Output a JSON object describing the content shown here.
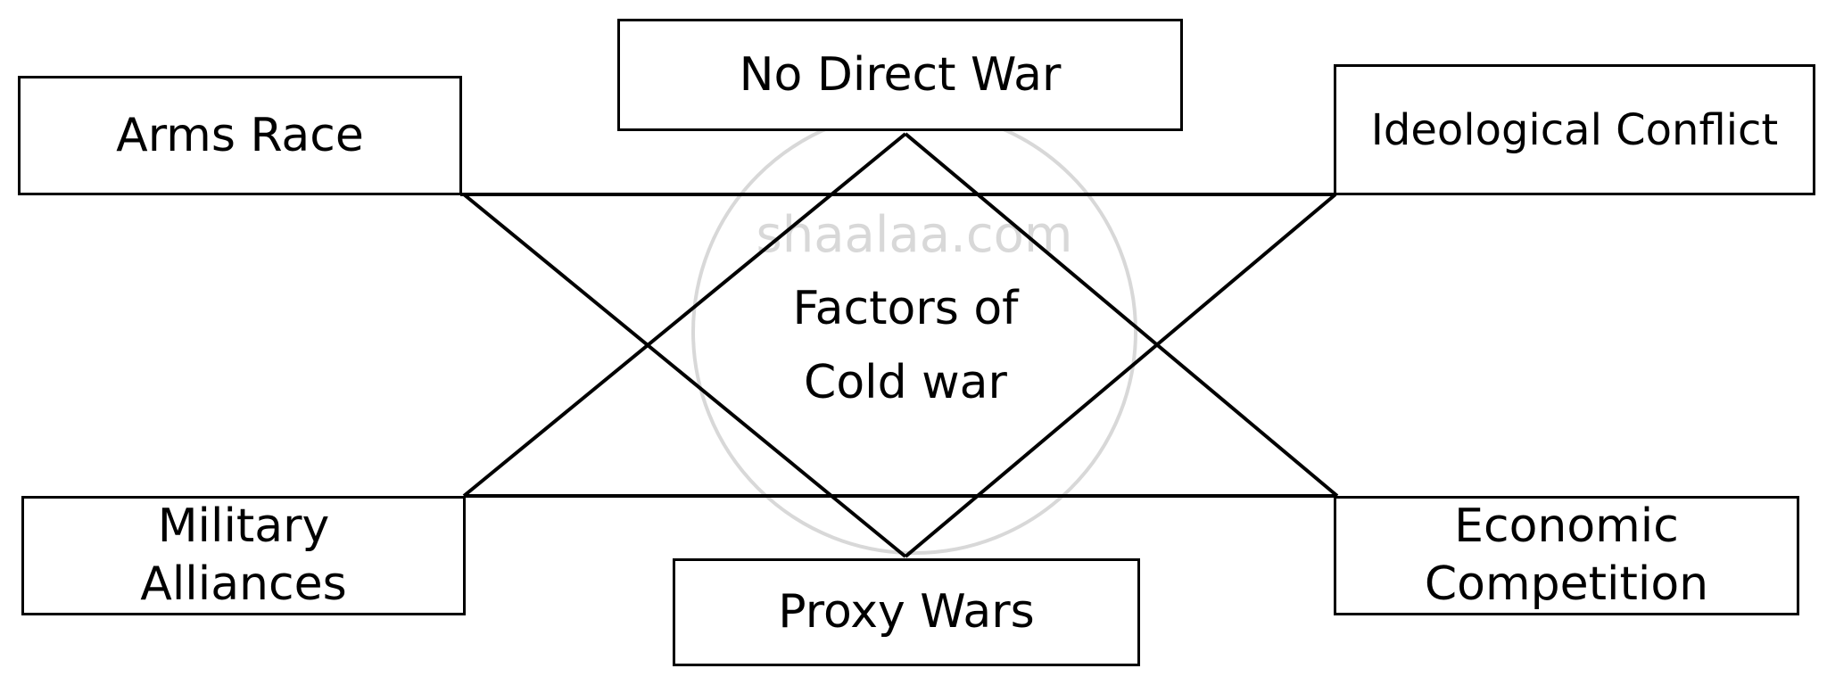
{
  "title": "Factors of Cold war",
  "center": {
    "line1": "Factors of",
    "line2": "Cold war"
  },
  "boxes": {
    "arms_race": "Arms Race",
    "no_direct_war": "No Direct War",
    "ideological_conflict": "Ideological Conflict",
    "military_alliances_1": "Military",
    "military_alliances_2": "Alliances",
    "proxy_wars": "Proxy Wars",
    "economic_competition_1": "Economic",
    "economic_competition_2": "Competition"
  },
  "watermark": "shaalaa.com"
}
